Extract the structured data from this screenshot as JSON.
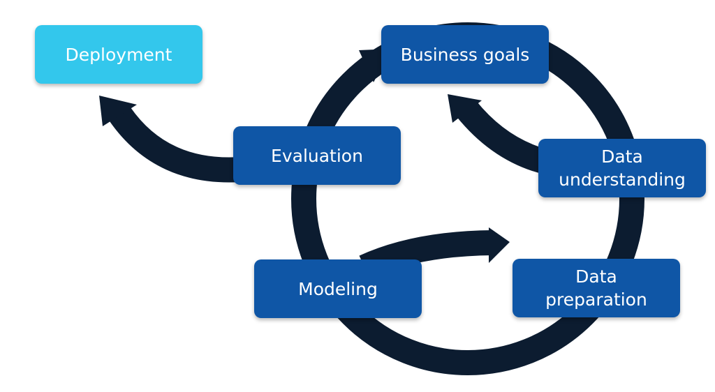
{
  "colors": {
    "arrow": "#0c1c30",
    "step_fill": "#0f56a6",
    "deployment_fill": "#33c7ec",
    "label": "#ffffff"
  },
  "nodes": {
    "deployment": {
      "lines": [
        "Deployment"
      ]
    },
    "business_goals": {
      "lines": [
        "Business goals"
      ]
    },
    "evaluation": {
      "lines": [
        "Evaluation"
      ]
    },
    "data_understanding": {
      "lines": [
        "Data",
        "understanding"
      ]
    },
    "modeling": {
      "lines": [
        "Modeling"
      ]
    },
    "data_preparation": {
      "lines": [
        "Data",
        "preparation"
      ]
    }
  },
  "cycle": [
    "business_goals",
    "data_understanding",
    "data_preparation",
    "modeling",
    "evaluation",
    "business_goals"
  ],
  "exit": {
    "from": "evaluation",
    "to": "deployment"
  },
  "loop_backs": [
    {
      "from": "data_understanding",
      "to": "business_goals"
    },
    {
      "from": "modeling",
      "to": "data_preparation"
    }
  ]
}
